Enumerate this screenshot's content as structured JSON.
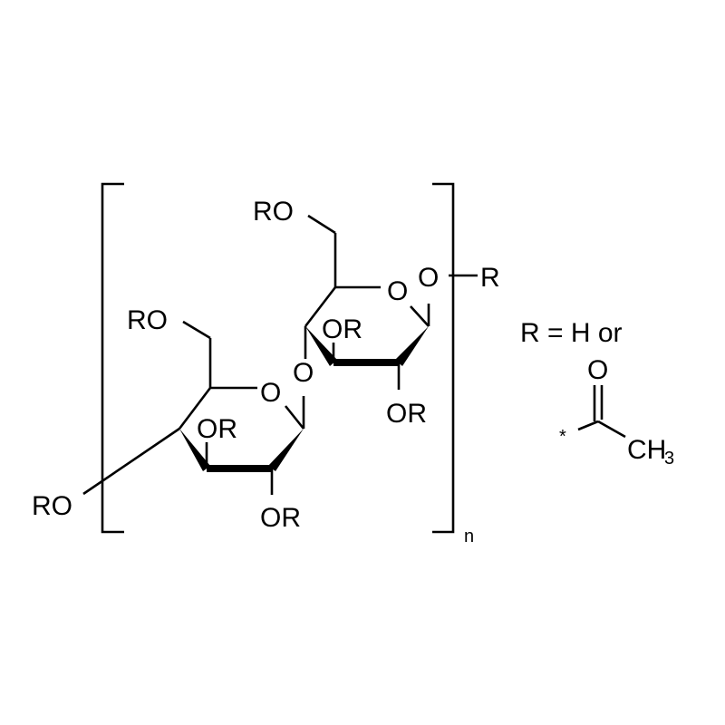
{
  "structure": {
    "ring1": {
      "ch2_label": "RO",
      "ring_oxygen": "O",
      "c3_substituent": "OR",
      "c2_substituent": "OR",
      "c4_substituent": "RO"
    },
    "glycosidic_oxygen": "O",
    "ring2": {
      "ch2_label": "RO",
      "ring_oxygen": "O",
      "c3_substituent": "OR",
      "c2_substituent": "OR",
      "anomeric_oxygen": "O",
      "terminal_group": "R"
    },
    "repeat_subscript": "n"
  },
  "definition": {
    "text": "R = H or",
    "acetyl_oxygen": "O",
    "attachment_mark": "*",
    "methyl": "CH",
    "methyl_subscript": "3"
  }
}
